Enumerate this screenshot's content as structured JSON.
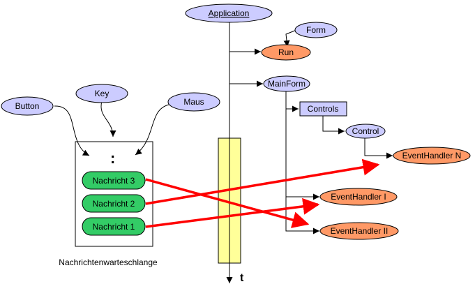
{
  "nodes": {
    "application": "Application",
    "form": "Form",
    "run": "Run",
    "main_form": "MainForm",
    "controls": "Controls",
    "control": "Control",
    "event_handler_n": "EventHandler N",
    "event_handler_i": "EventHandler I",
    "event_handler_ii": "EventHandler II",
    "button": "Button",
    "key": "Key",
    "maus": "Maus"
  },
  "queue": {
    "caption": "Nachrichtenwarteschlange",
    "ellipsis": ":",
    "messages": [
      "Nachricht 3",
      "Nachricht 2",
      "Nachricht 1"
    ]
  },
  "time_axis": {
    "label": "t"
  },
  "colors": {
    "input_fill": "#ccccff",
    "handler_fill": "#ff9966",
    "message_fill": "#33cc66",
    "timeline_fill": "#ffff99",
    "dispatch_arrow": "#ff0000",
    "controls_fill": "#ccccff"
  }
}
